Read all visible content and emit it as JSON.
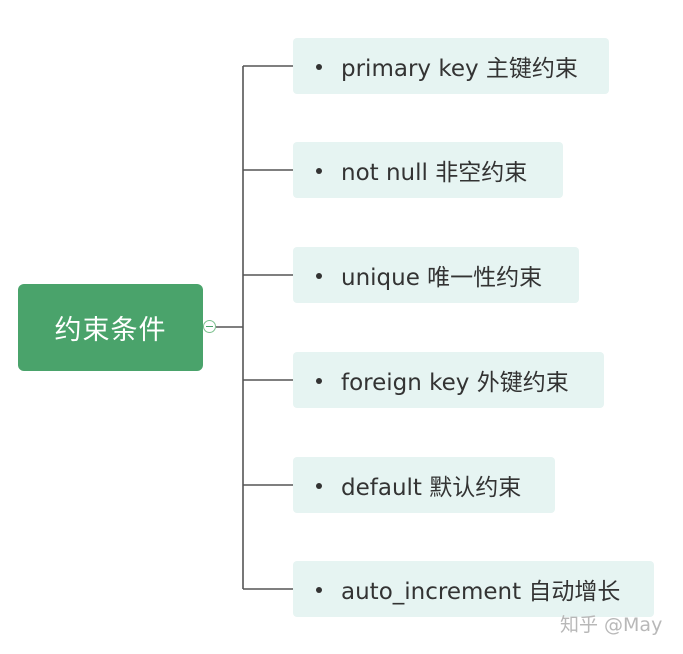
{
  "root": {
    "label": "约束条件"
  },
  "branches": [
    {
      "label": "primary key 主键约束"
    },
    {
      "label": "not null 非空约束"
    },
    {
      "label": "unique 唯一性约束"
    },
    {
      "label": "foreign key 外键约束"
    },
    {
      "label": "default 默认约束"
    },
    {
      "label": "auto_increment 自动增长"
    }
  ],
  "watermark": {
    "text": "知乎 @May"
  },
  "colors": {
    "root_fill": "#4aa36b",
    "branch_fill": "#e6f4f2",
    "connector": "#555555",
    "text": "#333333"
  }
}
